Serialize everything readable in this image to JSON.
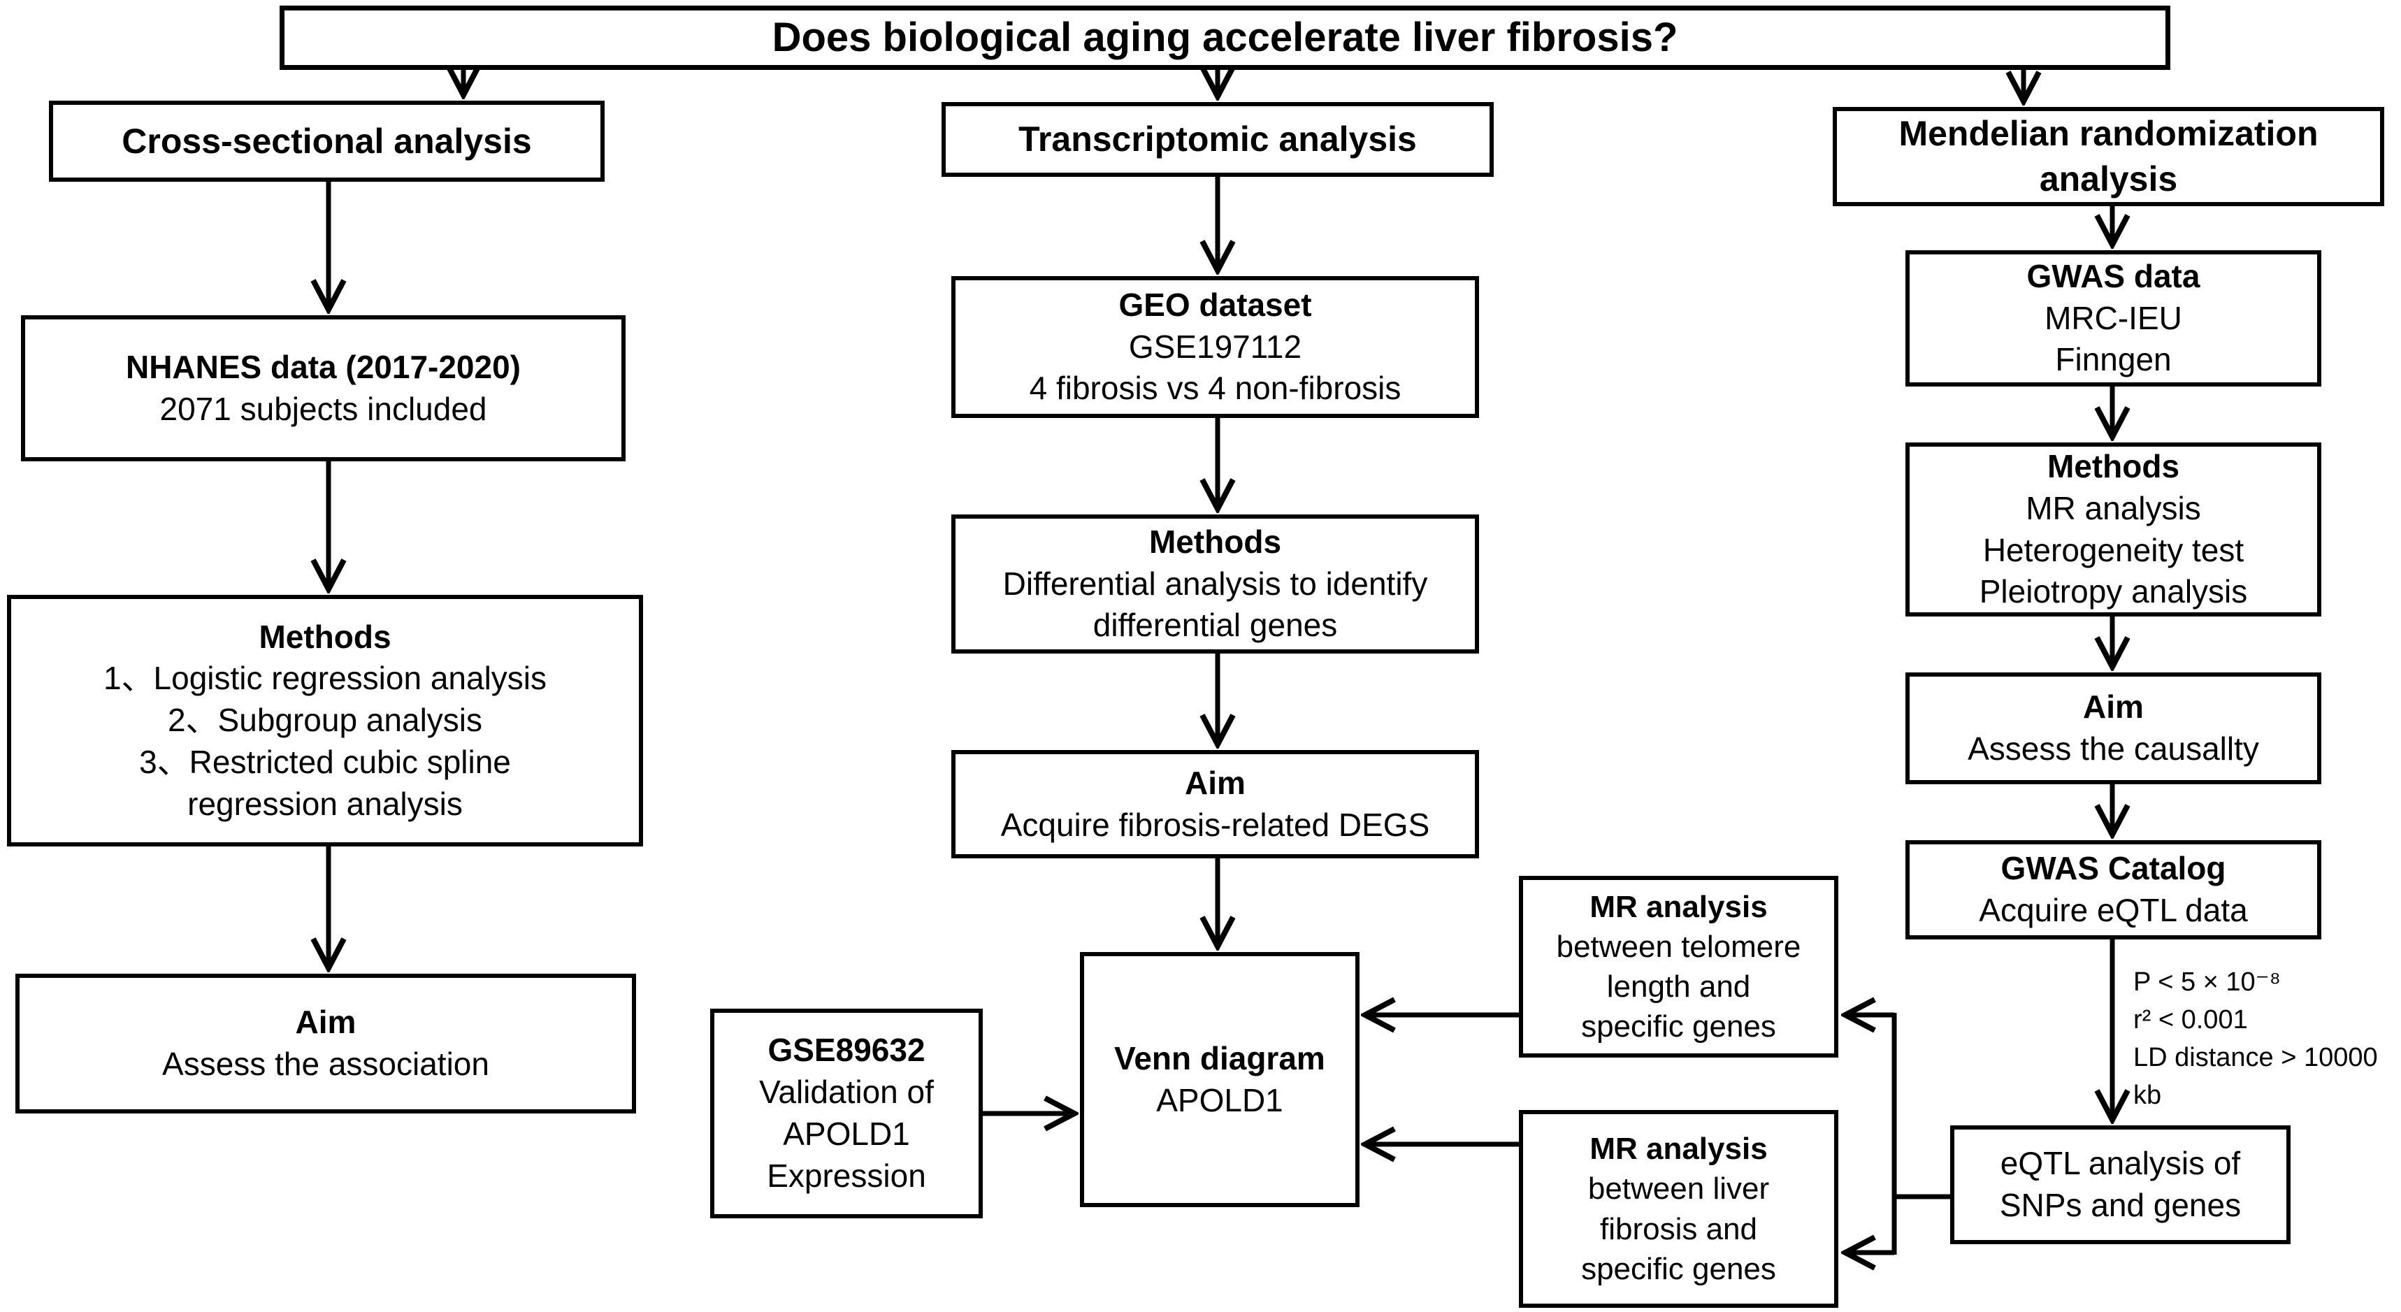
{
  "figure_title": "Does biological aging accelerate liver fibrosis?",
  "cross_sectional": {
    "header": "Cross-sectional analysis",
    "data_box": {
      "title": "NHANES data (2017-2020)",
      "lines": [
        "2071 subjects included"
      ]
    },
    "methods_box": {
      "title": "Methods",
      "lines": [
        "1、Logistic regression analysis",
        "2、Subgroup analysis",
        "3、Restricted cubic spline",
        "regression analysis"
      ]
    },
    "aim_box": {
      "title": "Aim",
      "lines": [
        "Assess the association"
      ]
    }
  },
  "transcriptomic": {
    "header": "Transcriptomic analysis",
    "geo_box": {
      "title": "GEO dataset",
      "lines": [
        "GSE197112",
        "4 fibrosis vs 4 non-fibrosis"
      ]
    },
    "methods_box": {
      "title": "Methods",
      "lines": [
        "Differential analysis to identify",
        "differential genes"
      ]
    },
    "aim_box": {
      "title": "Aim",
      "lines": [
        "Acquire fibrosis-related DEGS"
      ]
    },
    "validation_box": {
      "title": "GSE89632",
      "lines": [
        "Validation of",
        "APOLD1",
        "Expression"
      ]
    },
    "venn_box": {
      "title": "Venn diagram",
      "lines": [
        "APOLD1"
      ]
    }
  },
  "mendelian": {
    "header_line1": "Mendelian randomization",
    "header_line2": "analysis",
    "gwas_box": {
      "title": "GWAS data",
      "lines": [
        "MRC-IEU",
        "Finngen"
      ]
    },
    "methods_box": {
      "title": "Methods",
      "lines": [
        "MR analysis",
        "Heterogeneity test",
        "Pleiotropy analysis"
      ]
    },
    "aim_box": {
      "title": "Aim",
      "lines": [
        "Assess the causallty"
      ]
    },
    "catalog_box": {
      "title": "GWAS Catalog",
      "lines": [
        "Acquire eQTL data"
      ]
    },
    "filter_note": {
      "lines": [
        "P < 5 × 10⁻⁸",
        "r² < 0.001",
        "LD distance > 10000 kb"
      ]
    },
    "eqtl_box": {
      "lines": [
        "eQTL analysis of",
        "SNPs and genes"
      ]
    }
  },
  "mr_boxes": {
    "telomere": {
      "title": "MR analysis",
      "lines": [
        "between telomere",
        "length and",
        "specific genes"
      ]
    },
    "liver": {
      "title": "MR analysis",
      "lines": [
        "between liver",
        "fibrosis and",
        "specific genes"
      ]
    }
  }
}
